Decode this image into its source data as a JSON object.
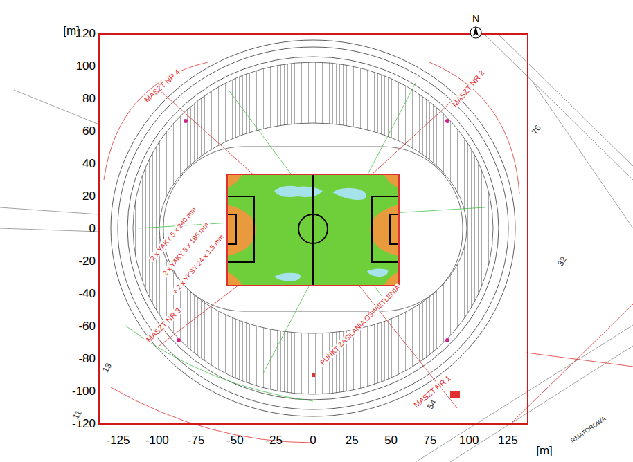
{
  "diagram": {
    "labels": [
      "120",
      "100",
      "80",
      "60",
      "40",
      "20",
      "0",
      "-20",
      "-40",
      "-60",
      "-80",
      "-100",
      "-120",
      "-125",
      "-100",
      "-75",
      "-50",
      "-25",
      "0",
      "25",
      "50",
      "75",
      "100",
      "125",
      "[m]",
      "[m]",
      "N",
      "MASZT NR 4",
      "MASZT NR 2",
      "MASZT NR 3",
      "MASZT NR 1",
      "2 x YAKY 5 x 240 mm",
      "2 x YAKY 5 x 185 mm",
      "+ 2 x YKSY 24 x 1,5 mm",
      "PUNKT ZASILANIA OŚWIETLENIA",
      "RMATOROWA",
      "76",
      "54",
      "11",
      "32",
      "13"
    ]
  }
}
